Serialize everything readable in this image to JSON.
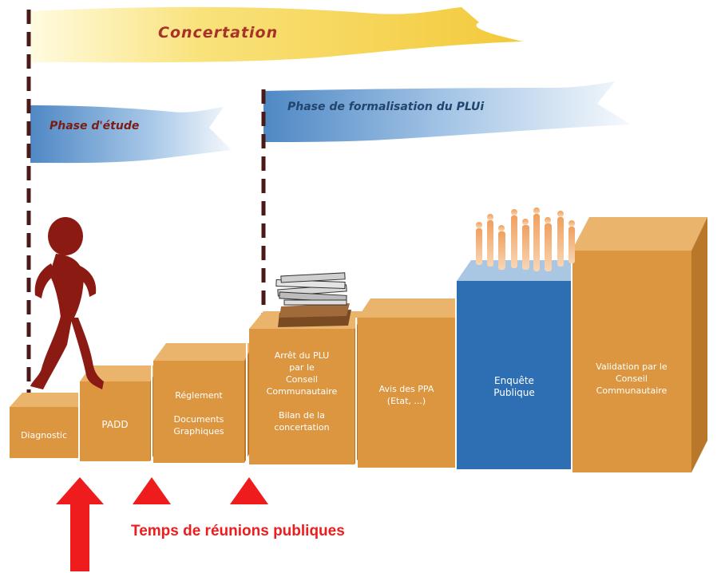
{
  "banners": {
    "concertation": "Concertation",
    "phase_etude": "Phase d'étude",
    "phase_formalisation": "Phase de formalisation du PLUi"
  },
  "steps": [
    {
      "label": "Diagnostic"
    },
    {
      "label": "PADD"
    },
    {
      "label": "Réglement\n\nDocuments\nGraphiques"
    },
    {
      "label": "Arrêt du PLU\npar le\nConseil\nCommunautaire\n\nBilan de la\nconcertation"
    },
    {
      "label": "Avis des PPA\n(Etat, ...)"
    },
    {
      "label": "Enquête\nPublique"
    },
    {
      "label": "Validation par le\nConseil\nCommunautaire"
    }
  ],
  "caption": "Temps de réunions publiques",
  "colors": {
    "step": "#dc9640",
    "step_top": "#eab46c",
    "step_side": "#b9772a",
    "enquete": "#2d6fb2",
    "enquete_top": "#a9c7e3",
    "enquete_side": "#1e4f85",
    "concertation_banner": "#f7d94a",
    "phase_banner": "#6d9fd3",
    "banner_text": "#a83228",
    "phase_text": "#22456d",
    "marker": "#ee1c1c",
    "figure": "#8b1a12",
    "dash": "#4a1a18"
  },
  "icons": [
    "walking-figure-icon",
    "document-stack-icon",
    "crowd-icon",
    "up-arrow-icon",
    "triangle-marker-icon"
  ]
}
